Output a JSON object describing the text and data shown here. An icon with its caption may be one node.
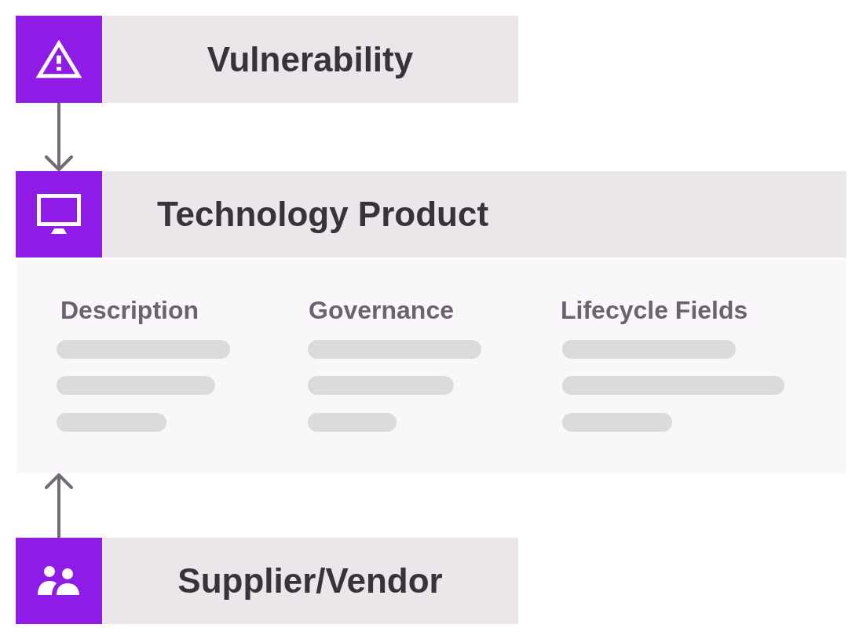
{
  "diagram": {
    "nodes": [
      {
        "text": [
          "Vulnerability"
        ]
      },
      {
        "text": [
          "Technology Product"
        ]
      },
      {
        "text": [
          "Description",
          "Governance",
          "Lifecycle Fields"
        ]
      },
      {
        "text": [
          "Supplier/Vendor"
        ]
      }
    ],
    "edges": [
      {
        "from": 0,
        "to": 1,
        "arrow": "to"
      },
      {
        "from": 3,
        "to": 2,
        "arrow": "to"
      }
    ]
  }
}
